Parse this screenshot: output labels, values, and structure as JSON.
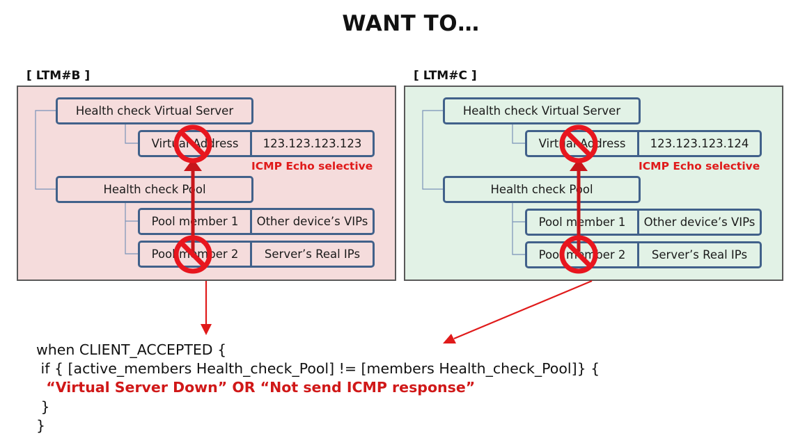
{
  "title": "WANT TO…",
  "panels": [
    {
      "label": "[ LTM#B ]",
      "virtual_server": "Health check Virtual Server",
      "virtual_address_label": "Virtual Address",
      "virtual_address_value": "123.123.123.123",
      "icmp_note": "ICMP Echo selective",
      "pool": "Health check Pool",
      "member1_label": "Pool member 1",
      "member1_value": "Other device’s VIPs",
      "member2_label": "Pool member 2",
      "member2_value": "Server’s Real IPs",
      "background": "#f5dcdc"
    },
    {
      "label": "[ LTM#C ]",
      "virtual_server": "Health check Virtual Server",
      "virtual_address_label": "Virtual Address",
      "virtual_address_value": "123.123.123.124",
      "icmp_note": "ICMP Echo selective",
      "pool": "Health check Pool",
      "member1_label": "Pool member 1",
      "member1_value": "Other device’s VIPs",
      "member2_label": "Pool member 2",
      "member2_value": "Server’s Real IPs",
      "background": "#e2f2e6"
    }
  ],
  "icons": {
    "prohibited": "no-entry-symbol"
  },
  "colors": {
    "node_border": "#41618a",
    "accent_red": "#e01a1a",
    "panel_border": "#595959"
  },
  "code": {
    "line1": "when CLIENT_ACCEPTED {",
    "line2": " if { [active_members Health_check_Pool] != [members Health_check_Pool]} {",
    "line3": "  “Virtual Server Down” OR “Not send ICMP response”",
    "line4": " }",
    "line5": "}"
  }
}
